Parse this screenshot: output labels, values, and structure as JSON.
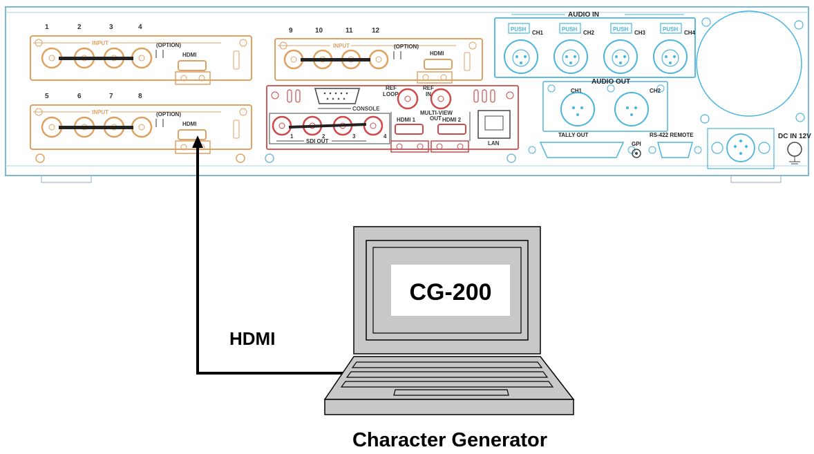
{
  "colors": {
    "panel_outline": "#7ab8d8",
    "input_card": "#e0a060",
    "sdi_out": "#d04848",
    "audio": "#48b4e0",
    "cable": "#000000",
    "laptop_fill": "#c8c8c8"
  },
  "back_panel": {
    "input_group_1": {
      "header": "INPUT",
      "numbers": [
        "1",
        "2",
        "3",
        "4"
      ],
      "option": "(OPTION)",
      "hdmi": "HDMI"
    },
    "input_group_2": {
      "header": "INPUT",
      "numbers": [
        "5",
        "6",
        "7",
        "8"
      ],
      "option": "(OPTION)",
      "hdmi": "HDMI"
    },
    "input_group_3": {
      "header": "INPUT",
      "numbers": [
        "9",
        "10",
        "11",
        "12"
      ],
      "option": "(OPTION)",
      "hdmi": "HDMI"
    },
    "console": "CONSOLE",
    "ref_loop": [
      "REF",
      "LOOP"
    ],
    "ref_in": [
      "REF",
      "IN"
    ],
    "sdi_out": {
      "label": "SDI OUT",
      "numbers": [
        "1",
        "2",
        "3",
        "4"
      ]
    },
    "multiview": {
      "label": [
        "MULTI-VIEW",
        "OUT"
      ],
      "hdmi1": "HDMI 1",
      "hdmi2": "HDMI 2"
    },
    "lan": "LAN",
    "audio_in": {
      "label": "AUDIO IN",
      "push": "PUSH",
      "channels": [
        "CH1",
        "CH2",
        "CH3",
        "CH4"
      ]
    },
    "audio_out": {
      "label": "AUDIO OUT",
      "channels": [
        "CH1",
        "CH2"
      ]
    },
    "tally_out": "TALLY OUT",
    "gpi": "GPI",
    "rs422": "RS-422 REMOTE",
    "dc_in": "DC IN 12V"
  },
  "cable_label": "HDMI",
  "laptop_screen_text": "CG-200",
  "caption": "Character Generator"
}
